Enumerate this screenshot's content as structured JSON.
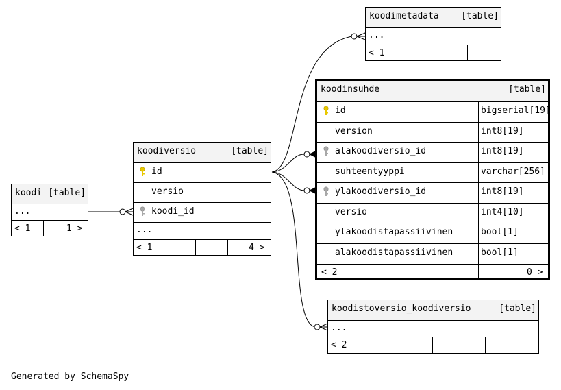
{
  "footer": "Generated by SchemaSpy",
  "tables": {
    "koodi": {
      "name": "koodi",
      "kind": "[table]",
      "ellipsis": "...",
      "foot_left": "< 1",
      "foot_right": "1 >"
    },
    "koodiversio": {
      "name": "koodiversio",
      "kind": "[table]",
      "columns": [
        {
          "name": "id",
          "key": "primary"
        },
        {
          "name": "versio",
          "key": "none"
        },
        {
          "name": "koodi_id",
          "key": "foreign"
        }
      ],
      "ellipsis": "...",
      "foot_left": "< 1",
      "foot_right": "4 >"
    },
    "koodimetadata": {
      "name": "koodimetadata",
      "kind": "[table]",
      "ellipsis": "...",
      "foot_left": "< 1"
    },
    "koodinsuhde": {
      "name": "koodinsuhde",
      "kind": "[table]",
      "columns": [
        {
          "name": "id",
          "type": "bigserial[19]",
          "key": "primary"
        },
        {
          "name": "version",
          "type": "int8[19]",
          "key": "none"
        },
        {
          "name": "alakoodiversio_id",
          "type": "int8[19]",
          "key": "foreign"
        },
        {
          "name": "suhteentyyppi",
          "type": "varchar[256]",
          "key": "none"
        },
        {
          "name": "ylakoodiversio_id",
          "type": "int8[19]",
          "key": "foreign"
        },
        {
          "name": "versio",
          "type": "int4[10]",
          "key": "none"
        },
        {
          "name": "ylakoodistapassiivinen",
          "type": "bool[1]",
          "key": "none"
        },
        {
          "name": "alakoodistapassiivinen",
          "type": "bool[1]",
          "key": "none"
        }
      ],
      "foot_left": "< 2",
      "foot_right": "0 >"
    },
    "koodistoversio_koodiversio": {
      "name": "koodistoversio_koodiversio",
      "kind": "[table]",
      "ellipsis": "...",
      "foot_left": "< 2"
    }
  },
  "colors": {
    "primary_key": "#e8c800",
    "foreign_key": "#a8a8a8",
    "header_bg": "#f3f3f3",
    "line": "#000000"
  }
}
